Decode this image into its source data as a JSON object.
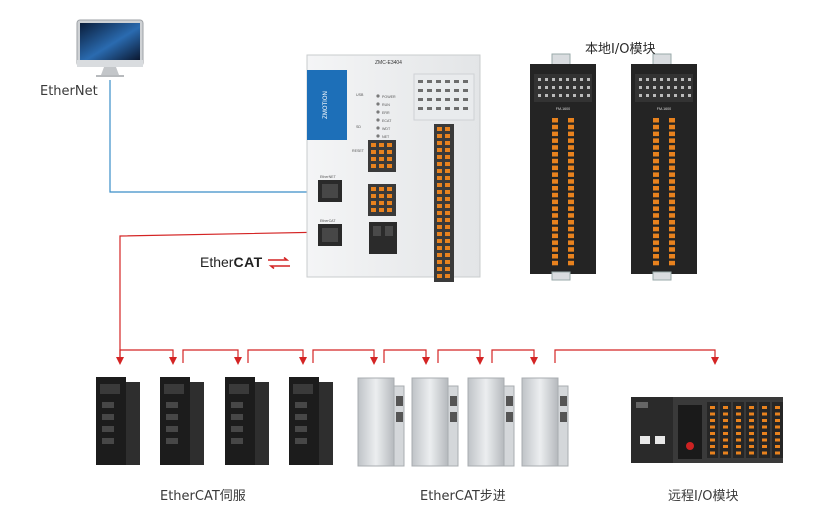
{
  "labels": {
    "ethernet": "EtherNet",
    "local_io": "本地I/O模块",
    "servo": "EtherCAT伺服",
    "stepper": "EtherCAT步进",
    "remote_io": "远程I/O模块"
  },
  "ethercat_logo": {
    "plain": "Ether",
    "bold": "CAT"
  },
  "controller": {
    "model": "ZMC-E3404",
    "brand": "ZMOTION",
    "ports": [
      "USB",
      "SD",
      "RESET",
      "EtherNET",
      "EtherCAT"
    ],
    "leds": [
      "POWER",
      "RUN",
      "ERR",
      "ECAT",
      "WDT",
      "NET"
    ]
  },
  "io_module": {
    "model": "FM-1600"
  },
  "colors": {
    "ethernet_line": "#3a8ec8",
    "ethercat_line": "#d42424",
    "servo_body": "#1c1c1c",
    "stepper_body": "#d4d7da",
    "terminal_orange": "#e8821e"
  }
}
